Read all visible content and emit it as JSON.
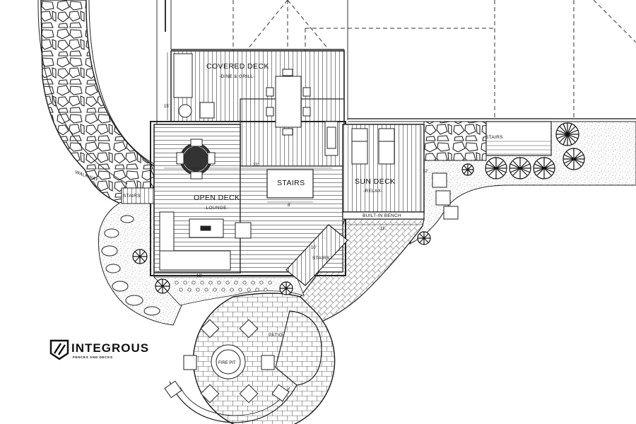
{
  "plan": {
    "covered_deck": {
      "title": "COVERED DECK",
      "subtitle": "-DINE & GRILL-"
    },
    "open_deck": {
      "title": "OPEN DECK",
      "subtitle": "-LOUNGE-"
    },
    "sun_deck": {
      "title": "SUN DECK",
      "subtitle": "-RELAX-"
    },
    "stairs_center": "STAIRS",
    "stairs_left": "STAIRS",
    "stairs_diagonal": "STAIRS",
    "stairs_right": "STAIRS",
    "walkway": "WALKWAY",
    "built_in_bench": "BUILT-IN BENCH",
    "patio": "PATIO",
    "fire_pit": "FIRE PIT",
    "dimensions": {
      "covered_deck_side": "15'",
      "covered_to_open": "23'",
      "stairs_width": "8'",
      "open_deck_bottom": "18'",
      "stairs_diag": "10'",
      "bench_width": "11'",
      "sun_deck_side": "12'"
    }
  },
  "brand": {
    "name": "INTEGROUS",
    "tagline": "FENCES AND DECKS"
  }
}
